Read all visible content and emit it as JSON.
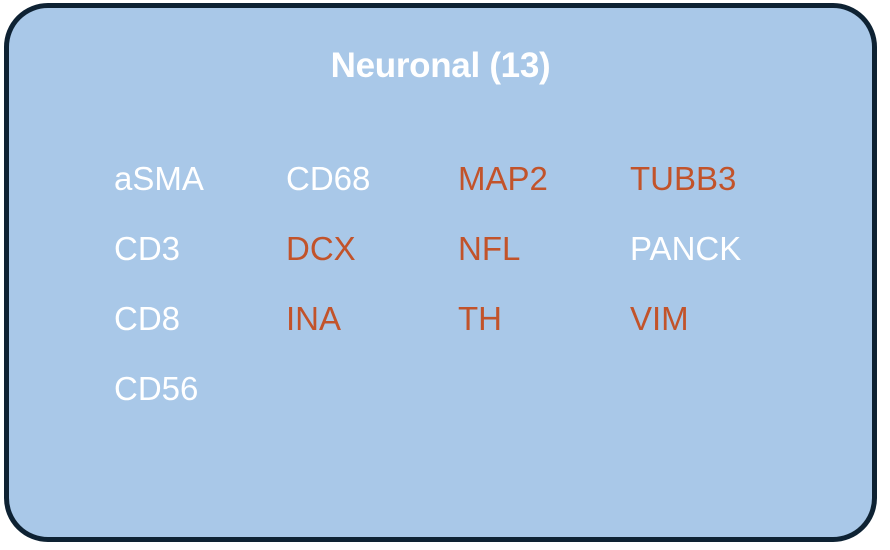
{
  "panel": {
    "title": "Neuronal (13)",
    "background_color": "#a9c8e8",
    "border_color": "#0e2233",
    "default_text_color": "#ffffff",
    "highlight_text_color": "#c2532a",
    "count": 13,
    "rows": [
      [
        {
          "label": "aSMA",
          "highlighted": false
        },
        {
          "label": "CD68",
          "highlighted": false
        },
        {
          "label": "MAP2",
          "highlighted": true
        },
        {
          "label": "TUBB3",
          "highlighted": true
        }
      ],
      [
        {
          "label": "CD3",
          "highlighted": false
        },
        {
          "label": "DCX",
          "highlighted": true
        },
        {
          "label": "NFL",
          "highlighted": true
        },
        {
          "label": "PANCK",
          "highlighted": false
        }
      ],
      [
        {
          "label": "CD8",
          "highlighted": false
        },
        {
          "label": "INA",
          "highlighted": true
        },
        {
          "label": "TH",
          "highlighted": true
        },
        {
          "label": "VIM",
          "highlighted": true
        }
      ],
      [
        {
          "label": "CD56",
          "highlighted": false
        },
        {
          "label": "",
          "highlighted": false
        },
        {
          "label": "",
          "highlighted": false
        },
        {
          "label": "",
          "highlighted": false
        }
      ]
    ]
  }
}
